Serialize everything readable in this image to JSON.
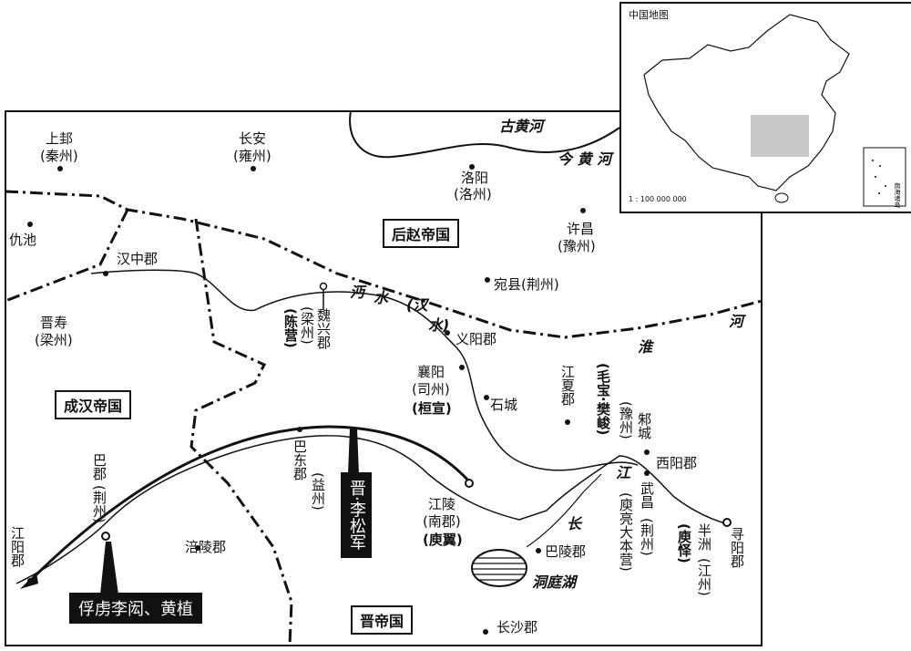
{
  "map": {
    "empires": {
      "later_zhao": "后赵帝国",
      "cheng_han": "成汉帝国",
      "jin": "晋帝国"
    },
    "cities": {
      "shangyong": "上邽",
      "shangyong_sub": "(秦州)",
      "changan": "长安",
      "changan_sub": "(雍州)",
      "luoyang": "洛阳",
      "luoyang_sub": "(洛州)",
      "xuchang": "许昌",
      "xuchang_sub": "(豫州)",
      "qiuchi": "仇池",
      "hanzhong": "汉中郡",
      "wanxian": "宛县(荆州)",
      "jinshou": "晋寿",
      "jinshou_sub": "(梁州)",
      "weixing": "魏兴郡",
      "weixing_sub": "(梁州)",
      "weixing_person": "(陈营)",
      "yiyang": "义阳郡",
      "xiangyang": "襄阳",
      "xiangyang_sub": "(司州)",
      "xiangyang_person": "(桓宣)",
      "shicheng": "石城",
      "jiangxia": "江夏郡",
      "jiangxia_person": "(毛宝·樊峻)",
      "zhucheng": "邾城",
      "zhucheng_sub": "(豫州)",
      "xiyang": "西阳郡",
      "wuchang": "武昌",
      "wuchang_sub": "(荆州)",
      "wuchang_person": "(庾亮大本营)",
      "banzhou": "半洲",
      "banzhou_sub": "(江州)",
      "banzhou_person": "(庾怿)",
      "xunyang": "寻阳郡",
      "badong": "巴东郡",
      "badong_sub": "(益州)",
      "jiangling": "江陵",
      "jiangling_sub": "(南郡)",
      "jiangling_person": "(庾翼)",
      "baling": "巴陵郡",
      "baling_lake": "洞庭湖",
      "bajun": "巴郡",
      "bajun_sub": "(荆州)",
      "fuling": "涪陵郡",
      "jiangyang": "江阳郡",
      "changsha": "长沙郡"
    },
    "rivers": {
      "old_yellow": "古黄河",
      "new_yellow": "今 黄 河",
      "mian": "沔",
      "shui": "水",
      "han_paren": "(汉",
      "han_paren2": "水)",
      "huai": "淮",
      "he": "河",
      "chang": "长",
      "jiang": "江"
    },
    "army": {
      "jin_army": "晋·李松军",
      "captured": "俘虏李闳、黄植"
    }
  },
  "inset": {
    "title": "中国地图",
    "scale": "1 : 100 000 000",
    "south_sea": "南海诸岛"
  }
}
